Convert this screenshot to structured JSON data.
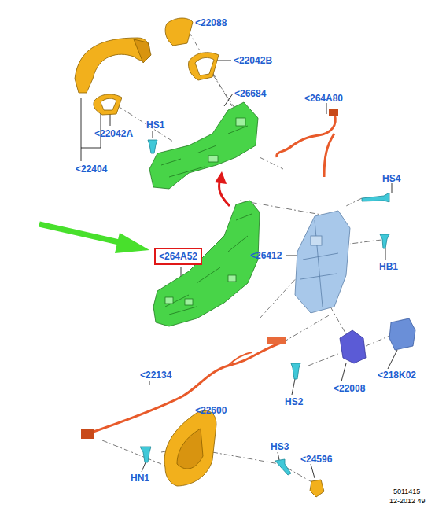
{
  "diagram": {
    "nodes": [
      {
        "text": [
          "<264A52"
        ]
      }
    ],
    "labels": [
      "<22088",
      "<22042B",
      "<26684",
      "<264A80",
      "HS1",
      "<22042A",
      "<22404",
      "HS4",
      "<26412",
      "HB1",
      "<22134",
      "<22008",
      "<218K02",
      "HS2",
      "<22600",
      "HN1",
      "HS3",
      "<24596",
      "5011415",
      "12-2012 49"
    ]
  }
}
